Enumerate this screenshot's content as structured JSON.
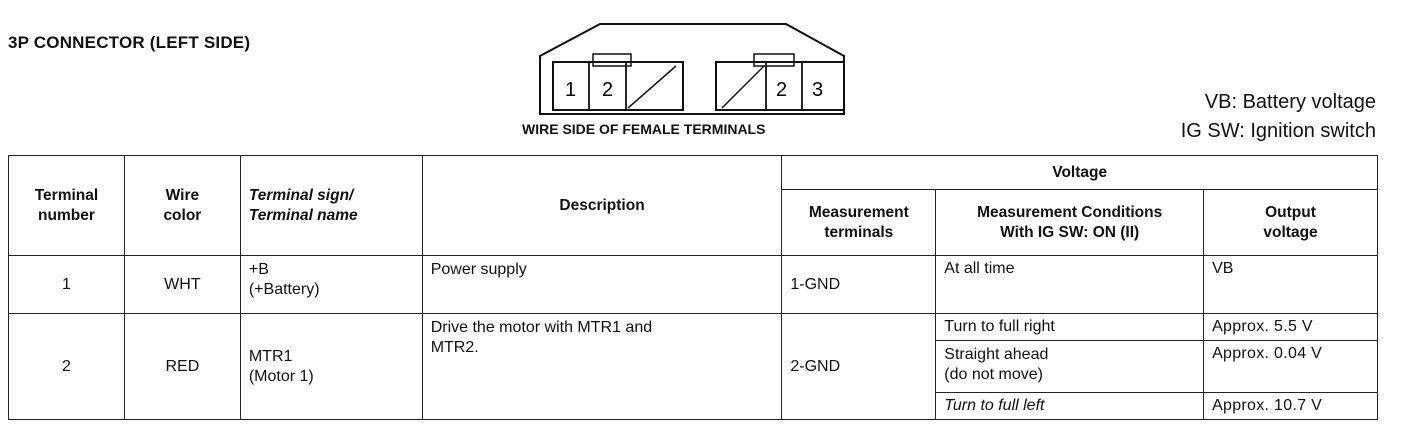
{
  "section_title": "3P CONNECTOR (LEFT SIDE)",
  "connector": {
    "left_terminals": [
      "1",
      "2"
    ],
    "right_terminals": [
      "2",
      "3"
    ],
    "caption": "WIRE SIDE OF FEMALE TERMINALS"
  },
  "legend": {
    "vb": "VB: Battery voltage",
    "igsw": "IG SW: Ignition switch"
  },
  "table": {
    "headers": {
      "terminal_number": [
        "Terminal",
        "number"
      ],
      "wire_color": [
        "Wire",
        "color"
      ],
      "terminal_sign": [
        "Terminal sign/",
        "Terminal name"
      ],
      "description": "Description",
      "voltage": "Voltage",
      "measurement_terminals": [
        "Measurement",
        "terminals"
      ],
      "measurement_conditions": [
        "Measurement Conditions",
        "With IG SW: ON (II)"
      ],
      "output_voltage": [
        "Output",
        "voltage"
      ]
    },
    "rows": [
      {
        "terminal": "1",
        "wire": "WHT",
        "sign": [
          "+B",
          "(+Battery)"
        ],
        "description": [
          "Power supply"
        ],
        "meas_terminals": "1-GND",
        "conditions": [
          {
            "condition": [
              "At all time"
            ],
            "output": "VB"
          }
        ]
      },
      {
        "terminal": "2",
        "wire": "RED",
        "sign": [
          "MTR1",
          "(Motor 1)"
        ],
        "description": [
          "Drive the motor with MTR1 and",
          "MTR2."
        ],
        "meas_terminals": "2-GND",
        "conditions": [
          {
            "condition": [
              "Turn to full right"
            ],
            "output": "Approx. 5.5 V"
          },
          {
            "condition": [
              "Straight ahead",
              "(do not move)"
            ],
            "output": "Approx. 0.04 V"
          },
          {
            "condition": [
              "Turn to full left"
            ],
            "output": "Approx. 10.7 V"
          }
        ]
      }
    ]
  }
}
